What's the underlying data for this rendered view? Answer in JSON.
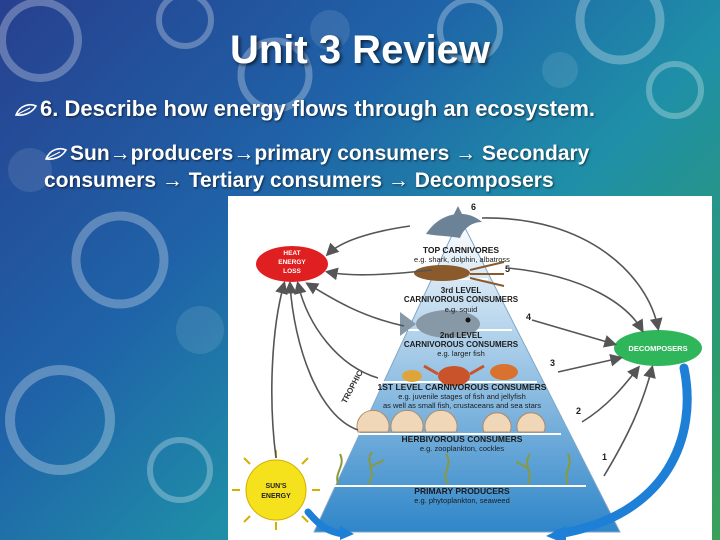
{
  "slide": {
    "title": "Unit 3 Review",
    "question": "6. Describe how energy flows through an ecosystem.",
    "answer": {
      "parts": [
        "Sun",
        "producers",
        "primary consumers ",
        " Secondary consumers ",
        " Tertiary consumers ",
        " Decomposers"
      ]
    }
  },
  "diagram": {
    "heat_label": [
      "HEAT",
      "ENERGY",
      "LOSS"
    ],
    "sun_label": [
      "SUN'S",
      "ENERGY"
    ],
    "decomposers_label": "DECOMPOSERS",
    "trophic_label": "TROPHIC",
    "levels": [
      {
        "number": "6",
        "title": "TOP CARNIVORES",
        "example": "e.g. shark, dolphin, albatross"
      },
      {
        "number": "5",
        "title": "3rd LEVEL",
        "title2": "CARNIVOROUS CONSUMERS",
        "example": "e.g. squid"
      },
      {
        "number": "4",
        "title": "2nd LEVEL",
        "title2": "CARNIVOROUS CONSUMERS",
        "example": "e.g. larger fish"
      },
      {
        "number": "3",
        "title": "1ST LEVEL CARNIVOROUS CONSUMERS",
        "example": "e.g. juvenile stages of fish and jellyfish",
        "example2": "as well as small fish, crustaceans and sea stars"
      },
      {
        "number": "2",
        "title": "HERBIVOROUS CONSUMERS",
        "example": "e.g. zooplankton, cockles"
      },
      {
        "number": "1",
        "title": "PRIMARY PRODUCERS",
        "example": "e.g. phytoplankton, seaweed"
      }
    ],
    "colors": {
      "heat": "#e02020",
      "sun": "#f5e21c",
      "decomposers": "#2fb55a",
      "pyramid_top": "#ffffff",
      "pyramid_bottom": "#2f86c9",
      "arrow_blue": "#1e7fd6"
    }
  }
}
